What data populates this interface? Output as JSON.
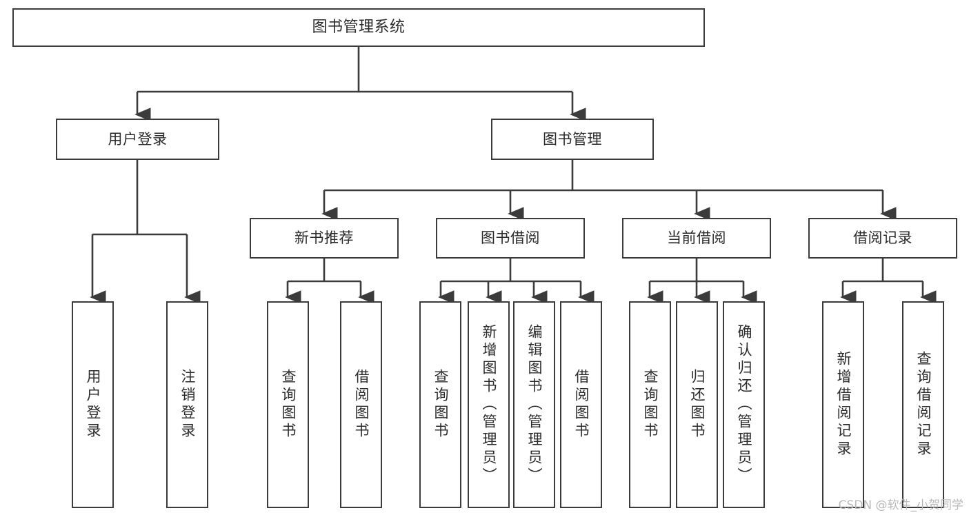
{
  "diagram": {
    "title": "图书管理系统",
    "type": "tree",
    "watermark": "CSDN @软件_小贺同学",
    "colors": {
      "stroke": "#3b3b3b",
      "text": "#2b2b2b",
      "background": "#ffffff",
      "watermark": "#b9b9b9"
    },
    "nodes": {
      "root": {
        "label": "图书管理系统"
      },
      "level2": [
        {
          "label": "用户登录"
        },
        {
          "label": "图书管理"
        }
      ],
      "level3": [
        {
          "label": "新书推荐"
        },
        {
          "label": "图书借阅"
        },
        {
          "label": "当前借阅"
        },
        {
          "label": "借阅记录"
        }
      ],
      "leaves_user_login": [
        {
          "label": "用户登录"
        },
        {
          "label": "注销登录"
        }
      ],
      "leaves_new_book": [
        {
          "label": "查询图书"
        },
        {
          "label": "借阅图书"
        }
      ],
      "leaves_borrow": [
        {
          "label": "查询图书"
        },
        {
          "label": "新增图书（管理员）"
        },
        {
          "label": "编辑图书（管理员）"
        },
        {
          "label": "借阅图书"
        }
      ],
      "leaves_current": [
        {
          "label": "查询图书"
        },
        {
          "label": "归还图书"
        },
        {
          "label": "确认归还（管理员）"
        }
      ],
      "leaves_records": [
        {
          "label": "新增借阅记录"
        },
        {
          "label": "查询借阅记录"
        }
      ]
    }
  }
}
